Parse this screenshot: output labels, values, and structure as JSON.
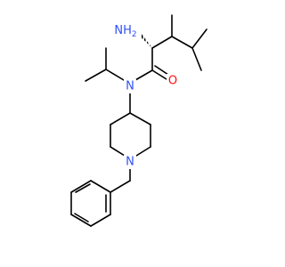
{
  "colors": {
    "bond": "#000000",
    "nitrogen": "#3050f8",
    "oxygen": "#ff0d0d",
    "background": "#ffffff"
  },
  "atoms": {
    "amine": {
      "text": "NH",
      "subscript": "2",
      "element": "N"
    },
    "carbonyl_oxygen": {
      "text": "O",
      "element": "O"
    },
    "amide_nitrogen": {
      "text": "N",
      "element": "N"
    },
    "piperidine_nitrogen": {
      "text": "N",
      "element": "N"
    }
  }
}
